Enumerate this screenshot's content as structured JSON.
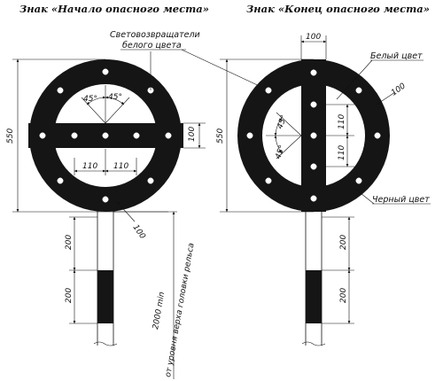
{
  "titles": {
    "left": "Знак «Начало опасного места»",
    "right": "Знак «Конец опасного места»"
  },
  "labels": {
    "reflectors_line1": "Световозвращатели",
    "reflectors_line2": "белого цвета",
    "white_color": "Белый цвет",
    "black_color": "Черный цвет",
    "rail_height_line1": "2000 min",
    "rail_height_line2": "от уровня верха головки рельса"
  },
  "dimensions": {
    "left": {
      "diameter": "550",
      "bar_height": "100",
      "half_width_a": "110",
      "half_width_b": "110",
      "angle_a": "45°",
      "angle_b": "45°",
      "ring_width": "100",
      "post_stripe_a": "200",
      "post_stripe_b": "200"
    },
    "right": {
      "bar_width": "100",
      "diameter": "550",
      "half_height_a": "110",
      "half_height_b": "110",
      "angle_a": "45°",
      "angle_b": "45°",
      "ring_width": "100",
      "post_stripe_a": "200",
      "post_stripe_b": "200"
    }
  },
  "colors": {
    "black": "#151515",
    "white": "#ffffff"
  }
}
